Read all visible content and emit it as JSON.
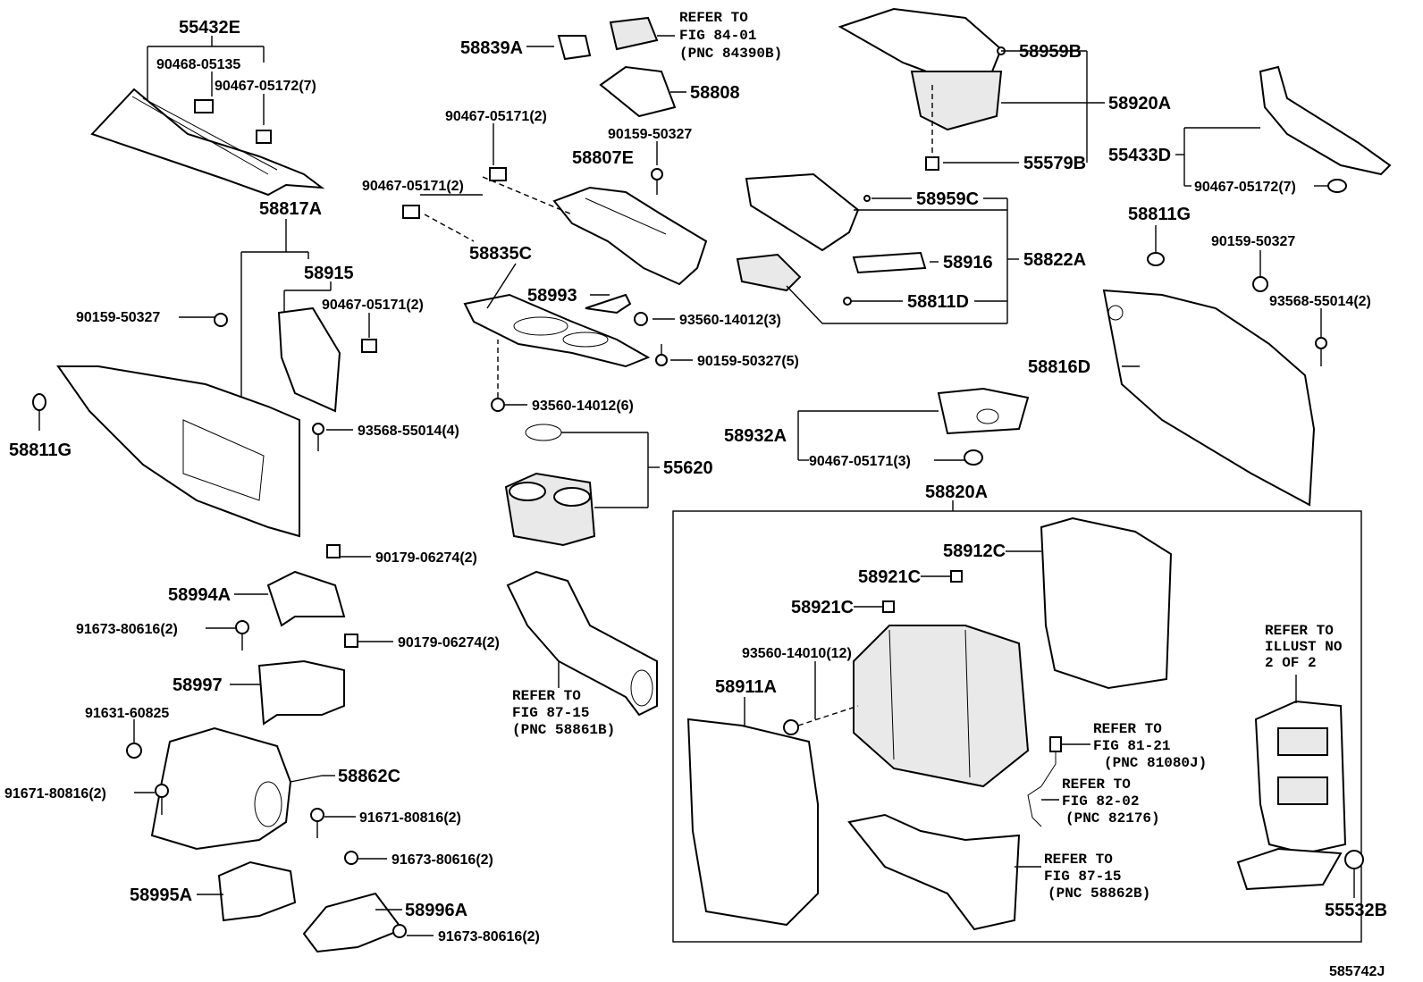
{
  "figure_code": "585742J",
  "labels": {
    "p55432E": "55432E",
    "p90468_05135": "90468-05135",
    "p90467_05172_7_a": "90467-05172(7)",
    "p58839A": "58839A",
    "refer_84_01": [
      "REFER TO",
      "FIG 84-01",
      "(PNC 84390B)"
    ],
    "p58808": "58808",
    "p90467_05171_2_a": "90467-05171(2)",
    "p90159_50327_a": "90159-50327",
    "p58807E": "58807E",
    "p90467_05171_2_b": "90467-05171(2)",
    "p58835C": "58835C",
    "p58993": "58993",
    "p93560_14012_3": "93560-14012(3)",
    "p90159_50327_5": "90159-50327(5)",
    "p93560_14012_6": "93560-14012(6)",
    "p58959B": "58959B",
    "p58920A": "58920A",
    "p55579B": "55579B",
    "p55433D": "55433D",
    "p90467_05172_7_b": "90467-05172(7)",
    "p58959C": "58959C",
    "p58916": "58916",
    "p58822A": "58822A",
    "p58811D": "58811D",
    "p58811G_a": "58811G",
    "p90159_50327_b": "90159-50327",
    "p93568_55014_2": "93568-55014(2)",
    "p58816D": "58816D",
    "p58817A": "58817A",
    "p58915": "58915",
    "p90159_50327_c": "90159-50327",
    "p90467_05171_2_c": "90467-05171(2)",
    "p58811G_b": "58811G",
    "p93568_55014_4": "93568-55014(4)",
    "p55620": "55620",
    "p58932A": "58932A",
    "p90467_05171_3": "90467-05171(3)",
    "p58820A": "58820A",
    "p90179_06274_2_a": "90179-06274(2)",
    "p58994A": "58994A",
    "p91673_80616_2_a": "91673-80616(2)",
    "p90179_06274_2_b": "90179-06274(2)",
    "p58997": "58997",
    "p91631_60825": "91631-60825",
    "p58862C": "58862C",
    "p91671_80816_2_a": "91671-80816(2)",
    "p91671_80816_2_b": "91671-80816(2)",
    "p91673_80616_2_b": "91673-80616(2)",
    "p58995A": "58995A",
    "p58996A": "58996A",
    "p91673_80616_2_c": "91673-80616(2)",
    "refer_87_15_a": [
      "REFER TO",
      "FIG 87-15",
      "(PNC 58861B)"
    ],
    "p58912C": "58912C",
    "p58921C_a": "58921C",
    "p58921C_b": "58921C",
    "p93560_14010_12": "93560-14010(12)",
    "p58911A": "58911A",
    "refer_81_21": [
      "REFER TO",
      "FIG 81-21",
      "(PNC 81080J)"
    ],
    "refer_82_02": [
      "REFER TO",
      "FIG 82-02",
      "(PNC 82176)"
    ],
    "refer_87_15_b": [
      "REFER TO",
      "FIG 87-15",
      "(PNC 58862B)"
    ],
    "refer_illust": [
      "REFER TO",
      "ILLUST NO",
      "2 OF 2"
    ],
    "p55532B": "55532B"
  }
}
